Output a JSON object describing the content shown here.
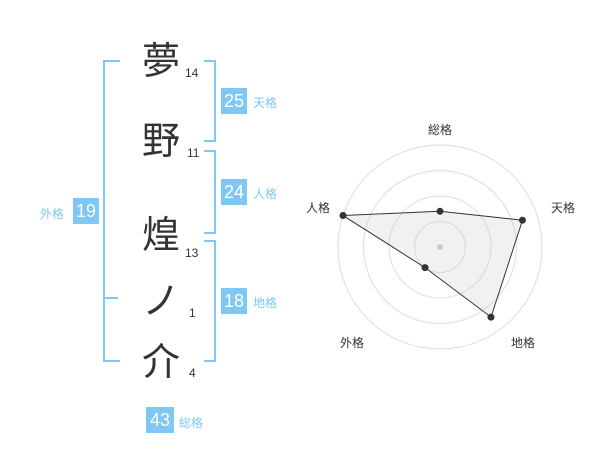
{
  "name": {
    "chars": [
      {
        "char": "夢",
        "strokes": "14"
      },
      {
        "char": "野",
        "strokes": "11"
      },
      {
        "char": "煌",
        "strokes": "13"
      },
      {
        "char": "ノ",
        "strokes": "1"
      },
      {
        "char": "介",
        "strokes": "4"
      }
    ]
  },
  "kaku": {
    "tenkaku": {
      "value": "25",
      "label": "天格"
    },
    "jinkaku": {
      "value": "24",
      "label": "人格"
    },
    "chikaku": {
      "value": "18",
      "label": "地格"
    },
    "gaikaku": {
      "value": "19",
      "label": "外格"
    },
    "soukaku": {
      "value": "43",
      "label": "総格"
    }
  },
  "colors": {
    "accent": "#7ec8f3",
    "text": "#333333",
    "grid": "#dddddd"
  },
  "chart_data": {
    "type": "radar",
    "axes": [
      "総格",
      "天格",
      "地格",
      "外格",
      "人格"
    ],
    "values": [
      0.35,
      0.85,
      0.85,
      0.25,
      1.0
    ],
    "rings": 4
  }
}
